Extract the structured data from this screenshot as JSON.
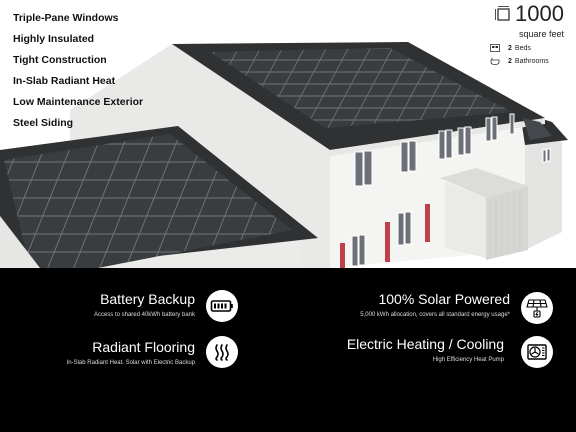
{
  "features_list": [
    "Triple-Pane Windows",
    "Highly Insulated",
    "Tight Construction",
    "In-Slab Radiant Heat",
    "Low Maintenance Exterior",
    "Steel Siding"
  ],
  "size": {
    "value": "1000",
    "unit_label": "square feet",
    "beds_count": "2",
    "beds_label": "Beds",
    "baths_count": "2",
    "baths_label": "Bathrooms",
    "icon": "square-footage-icon"
  },
  "highlights": {
    "battery": {
      "title": "Battery Backup",
      "subtitle": "Access to shared 40kWh battery bank",
      "icon": "battery-icon"
    },
    "flooring": {
      "title": "Radiant Flooring",
      "subtitle": "In-Slab Radiant Heat.  Solar  with Electric Backup",
      "icon": "heat-waves-icon"
    },
    "solar": {
      "title": "100% Solar Powered",
      "subtitle": "5,000 kWh allocation, covers all standard energy usage*",
      "icon": "solar-panel-icon"
    },
    "hvac": {
      "title": "Electric Heating / Cooling",
      "subtitle": "High Efficiency Heat Pump",
      "icon": "heat-pump-icon"
    }
  },
  "colors": {
    "panel": "#000000",
    "roof": "#2f3132",
    "siding": "#f1f1ef",
    "solar_cell": "#3a3d40",
    "door": "#c0404a"
  }
}
